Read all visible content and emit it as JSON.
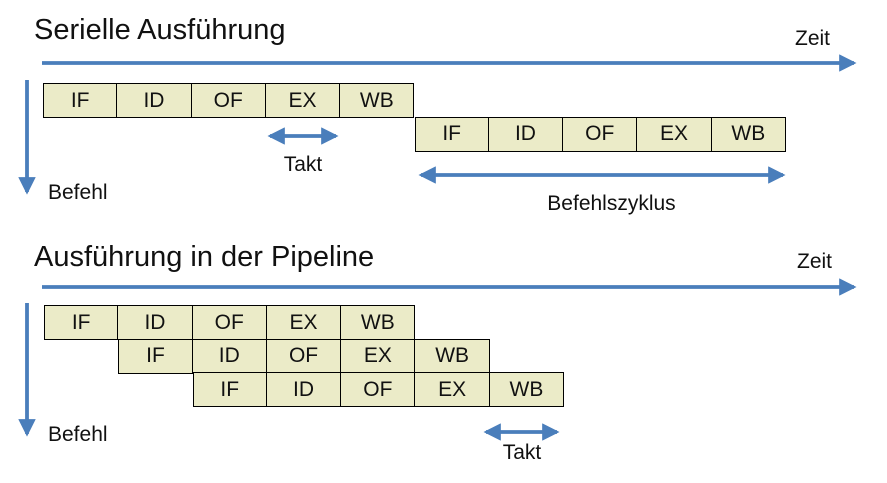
{
  "colors": {
    "arrow_blue": "#4a7ebb",
    "box_fill": "#ebebc8",
    "box_border": "#000000",
    "text": "#111111",
    "background": "#ffffff"
  },
  "stages": [
    "IF",
    "ID",
    "OF",
    "EX",
    "WB"
  ],
  "serial": {
    "title": "Serielle Ausführung",
    "time_label": "Zeit",
    "instruction_label": "Befehl",
    "clock_label": "Takt",
    "cycle_label": "Befehlszyklus"
  },
  "pipeline": {
    "title": "Ausführung in der Pipeline",
    "time_label": "Zeit",
    "instruction_label": "Befehl",
    "clock_label": "Takt"
  }
}
